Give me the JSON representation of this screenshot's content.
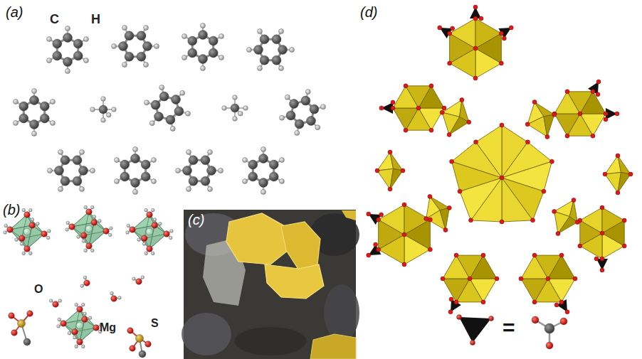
{
  "diagram": {
    "labels": [
      "(a)",
      "C",
      "H",
      "(d)",
      "(b)",
      "O",
      "Mg",
      "S",
      "(c)",
      "="
    ]
  }
}
